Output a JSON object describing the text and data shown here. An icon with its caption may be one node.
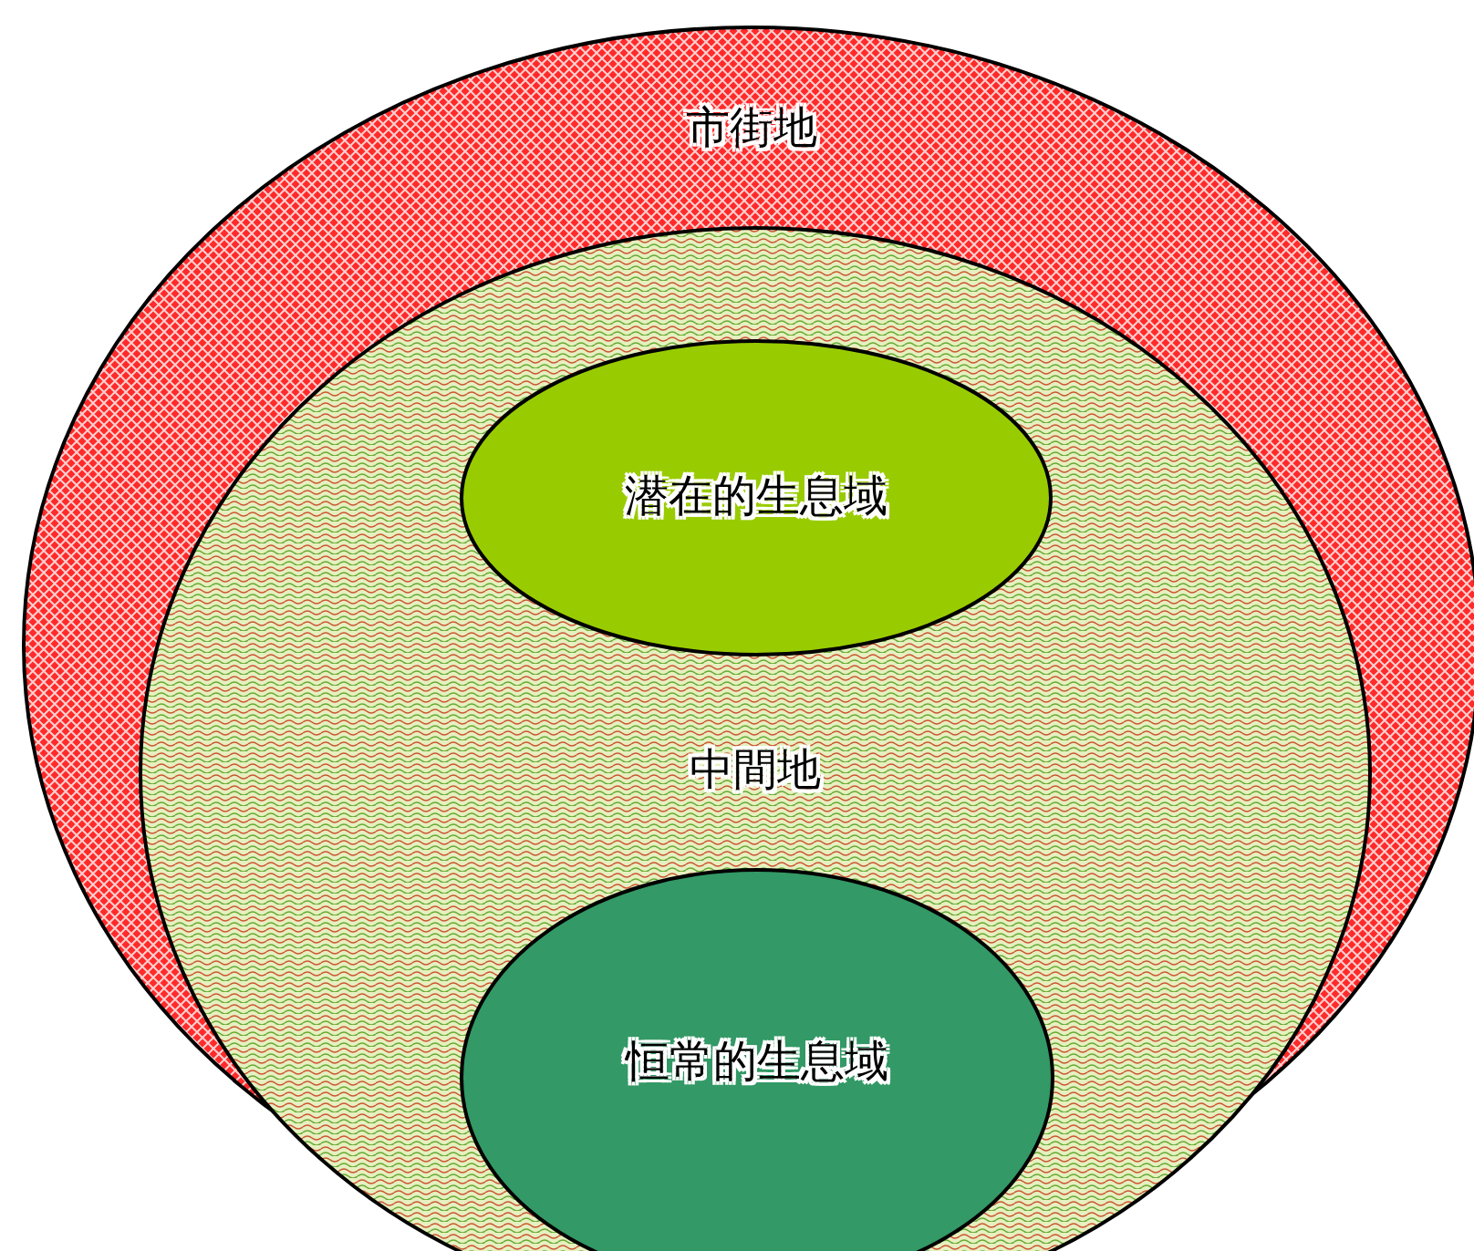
{
  "diagram": {
    "nodes": [
      {
        "text": [
          "市街地"
        ]
      },
      {
        "text": [
          "中間地"
        ],
        "in": 0
      },
      {
        "text": [
          "潜在的生息域"
        ],
        "in": 1
      },
      {
        "text": [
          "恒常的生息域"
        ],
        "in": 1
      }
    ]
  }
}
